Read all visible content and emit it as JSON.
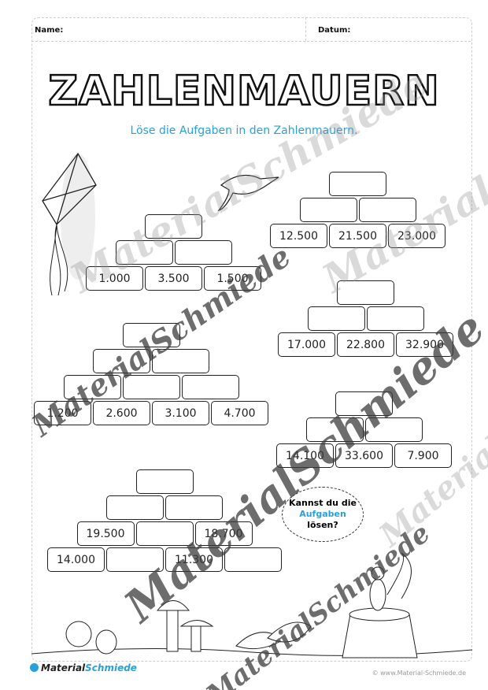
{
  "header": {
    "name_label": "Name:",
    "date_label": "Datum:"
  },
  "title": "ZAHLENMAUERN",
  "instruction": "Löse die Aufgaben in den Zahlenmauern.",
  "pyramids": [
    {
      "rows": [
        [
          ""
        ],
        [
          "",
          ""
        ],
        [
          "1.000",
          "3.500",
          "1.500"
        ]
      ]
    },
    {
      "rows": [
        [
          ""
        ],
        [
          "",
          ""
        ],
        [
          "12.500",
          "21.500",
          "23.000"
        ]
      ]
    },
    {
      "rows": [
        [
          ""
        ],
        [
          "",
          ""
        ],
        [
          "17.000",
          "22.800",
          "32.900"
        ]
      ]
    },
    {
      "rows": [
        [
          ""
        ],
        [
          "",
          ""
        ],
        [
          "",
          "",
          ""
        ],
        [
          "1.200",
          "2.600",
          "3.100",
          "4.700"
        ]
      ]
    },
    {
      "rows": [
        [
          ""
        ],
        [
          "",
          ""
        ],
        [
          "14.100",
          "33.600",
          "7.900"
        ]
      ]
    },
    {
      "rows": [
        [
          ""
        ],
        [
          "",
          ""
        ],
        [
          "19.500",
          "",
          "18.700"
        ],
        [
          "14.000",
          "",
          "11.300",
          ""
        ]
      ]
    }
  ],
  "speech_bubble": {
    "line1": "Kannst du die",
    "line2": "Aufgaben",
    "line3": "lösen?"
  },
  "watermark": "MaterialSchmiede",
  "footer": {
    "logo_a": "Material",
    "logo_b": "Schmiede",
    "copyright": "© www.Material-Schmiede.de"
  },
  "colors": {
    "accent": "#2aa0d8"
  }
}
